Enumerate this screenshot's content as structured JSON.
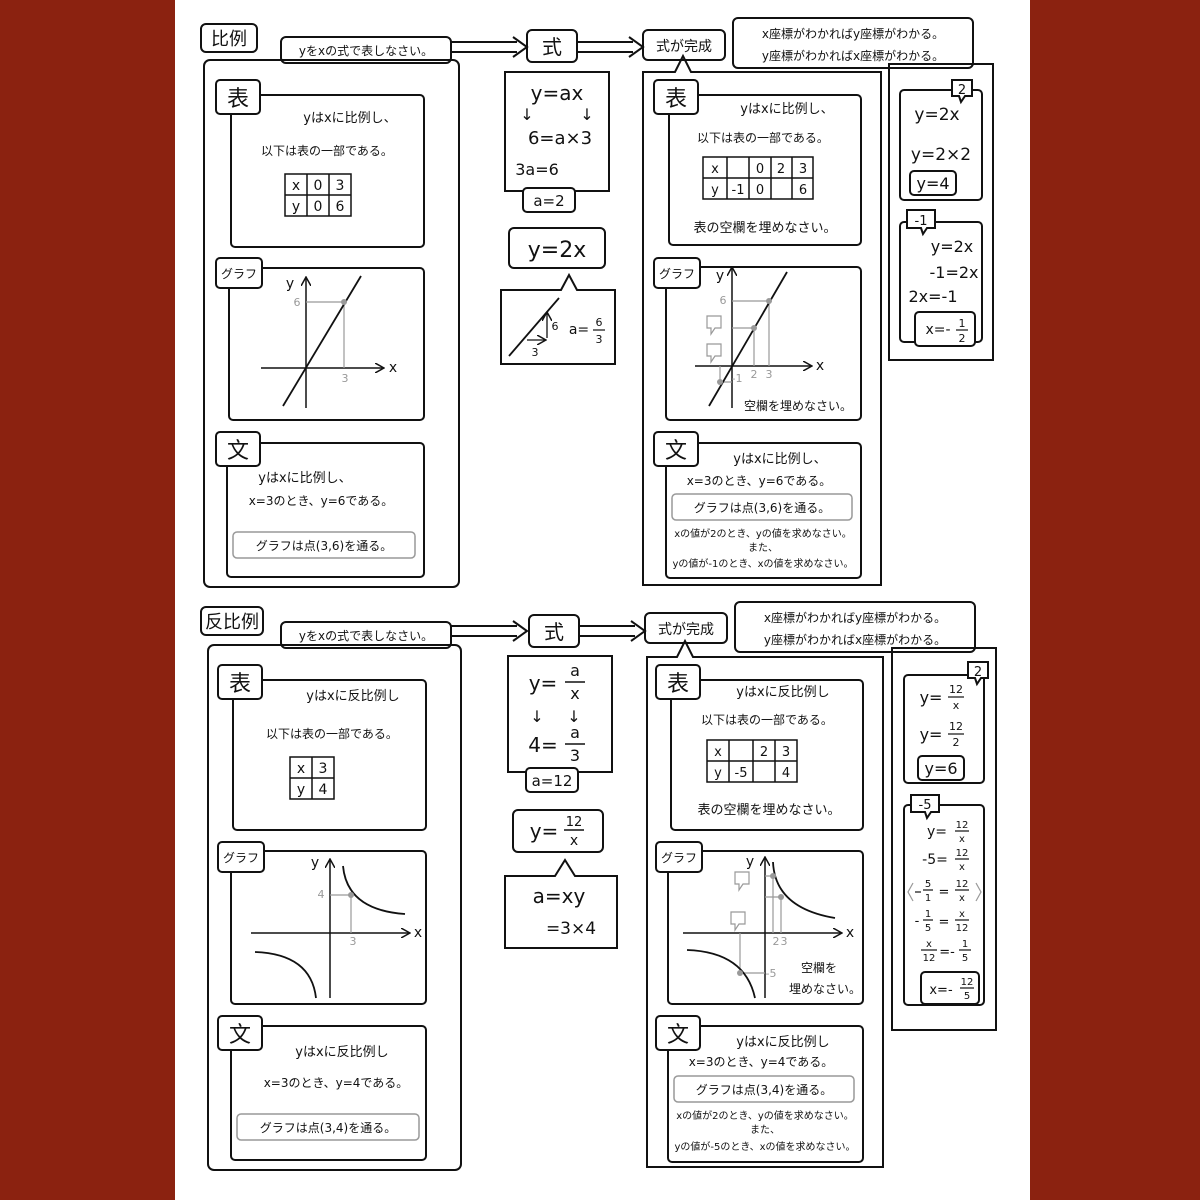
{
  "colors": {
    "background": "#8b2210",
    "paper": "#ffffff",
    "ink": "#111111",
    "hint": "#999999"
  },
  "direct": {
    "title": "比例",
    "instruction": "yをxの式で表しなさい。",
    "formula_label": "式",
    "complete_label": "式が完成",
    "hint1": "x座標がわかればy座標がわかる。",
    "hint2": "y座標がわかればx座標がわかる。",
    "left": {
      "table": {
        "label": "表",
        "line1": "yはxに比例し、",
        "line2": "以下は表の一部である。",
        "rows": [
          [
            "x",
            "0",
            "3"
          ],
          [
            "y",
            "0",
            "6"
          ]
        ]
      },
      "graph": {
        "label": "グラフ",
        "x_axis": "x",
        "y_axis": "y",
        "x_tick": "3",
        "y_tick": "6"
      },
      "text": {
        "label": "文",
        "line1": "yはxに比例し、",
        "line2": "x=3のとき、y=6である。",
        "note": "グラフは点(3,6)を通る。"
      }
    },
    "formula": {
      "line1": "y=ax",
      "arrow_l": "↓",
      "arrow_r": "↓",
      "line2": "6=a×3",
      "line3": "3a=6",
      "a_value": "a=2",
      "result": "y=2x",
      "slope_rise": "6",
      "slope_run": "3",
      "slope_eq": "a=",
      "slope_num": "6",
      "slope_den": "3"
    },
    "right": {
      "table": {
        "label": "表",
        "line1": "yはxに比例し、",
        "line2": "以下は表の一部である。",
        "rows": [
          [
            "x",
            "",
            "0",
            "2",
            "3"
          ],
          [
            "y",
            "-1",
            "0",
            "",
            "6"
          ]
        ],
        "task": "表の空欄を埋めなさい。"
      },
      "graph": {
        "label": "グラフ",
        "x_axis": "x",
        "y_axis": "y",
        "x_ticks": [
          "-1",
          "2",
          "3"
        ],
        "y_tick": "6",
        "task": "空欄を埋めなさい。"
      },
      "text": {
        "label": "文",
        "line1": "yはxに比例し、",
        "line2": "x=3のとき、y=6である。",
        "note": "グラフは点(3,6)を通る。",
        "q1": "xの値が2のとき、yの値を求めなさい。",
        "q2": "また、",
        "q3": "yの値が-1のとき、xの値を求めなさい。"
      }
    },
    "calc": {
      "bubble1": "2",
      "c1_l1": "y=2x",
      "c1_l2": "y=2×2",
      "c1_result": "y=4",
      "bubble2": "-1",
      "c2_l1": "y=2x",
      "c2_l2": "-1=2x",
      "c2_l3": "2x=-1",
      "c2_result": "x=-",
      "c2_num": "1",
      "c2_den": "2"
    }
  },
  "inverse": {
    "title": "反比例",
    "instruction": "yをxの式で表しなさい。",
    "formula_label": "式",
    "complete_label": "式が完成",
    "hint1": "x座標がわかればy座標がわかる。",
    "hint2": "y座標がわかればx座標がわかる。",
    "left": {
      "table": {
        "label": "表",
        "line1": "yはxに反比例し",
        "line2": "以下は表の一部である。",
        "rows": [
          [
            "x",
            "3"
          ],
          [
            "y",
            "4"
          ]
        ]
      },
      "graph": {
        "label": "グラフ",
        "x_axis": "x",
        "y_axis": "y",
        "x_tick": "3",
        "y_tick": "4"
      },
      "text": {
        "label": "文",
        "line1": "yはxに反比例し",
        "line2": "x=3のとき、y=4である。",
        "note": "グラフは点(3,4)を通る。"
      }
    },
    "formula": {
      "l1_pre": "y=",
      "l1_num": "a",
      "l1_den": "x",
      "arrow_l": "↓",
      "arrow_r": "↓",
      "l2_pre": "4=",
      "l2_num": "a",
      "l2_den": "3",
      "a_value": "a=12",
      "res_pre": "y=",
      "res_num": "12",
      "res_den": "x",
      "prod1": "a=xy",
      "prod2": "=3×4"
    },
    "right": {
      "table": {
        "label": "表",
        "line1": "yはxに反比例し",
        "line2": "以下は表の一部である。",
        "rows": [
          [
            "x",
            "",
            "2",
            "3"
          ],
          [
            "y",
            "-5",
            "",
            "4"
          ]
        ],
        "task": "表の空欄を埋めなさい。"
      },
      "graph": {
        "label": "グラフ",
        "x_axis": "x",
        "y_axis": "y",
        "x_ticks": [
          "2",
          "3"
        ],
        "y_tick": "-5",
        "task1": "空欄を",
        "task2": "埋めなさい。"
      },
      "text": {
        "label": "文",
        "line1": "yはxに反比例し",
        "line2": "x=3のとき、y=4である。",
        "note": "グラフは点(3,4)を通る。",
        "q1": "xの値が2のとき、yの値を求めなさい。",
        "q2": "また、",
        "q3": "yの値が-5のとき、xの値を求めなさい。"
      }
    },
    "calc": {
      "bubble1": "2",
      "c1_l1_pre": "y=",
      "c1_l1_num": "12",
      "c1_l1_den": "x",
      "c1_l2_pre": "y=",
      "c1_l2_num": "12",
      "c1_l2_den": "2",
      "c1_result": "y=6",
      "bubble2": "-5",
      "c2_l1_pre": "y=",
      "c2_l1_num": "12",
      "c2_l1_den": "x",
      "c2_l2_pre": "-5=",
      "c2_l2_num": "12",
      "c2_l2_den": "x",
      "c2_l3_a_num": "5",
      "c2_l3_a_den": "1",
      "c2_l3_eq": "=",
      "c2_l3_b_num": "12",
      "c2_l3_b_den": "x",
      "c2_l4_pre": "-",
      "c2_l4_a_num": "1",
      "c2_l4_a_den": "5",
      "c2_l4_eq": "=",
      "c2_l4_b_num": "x",
      "c2_l4_b_den": "12",
      "c2_l5_a_num": "x",
      "c2_l5_a_den": "12",
      "c2_l5_eq": "=-",
      "c2_l5_b_num": "1",
      "c2_l5_b_den": "5",
      "c2_result_pre": "x=-",
      "c2_result_num": "12",
      "c2_result_den": "5"
    }
  }
}
